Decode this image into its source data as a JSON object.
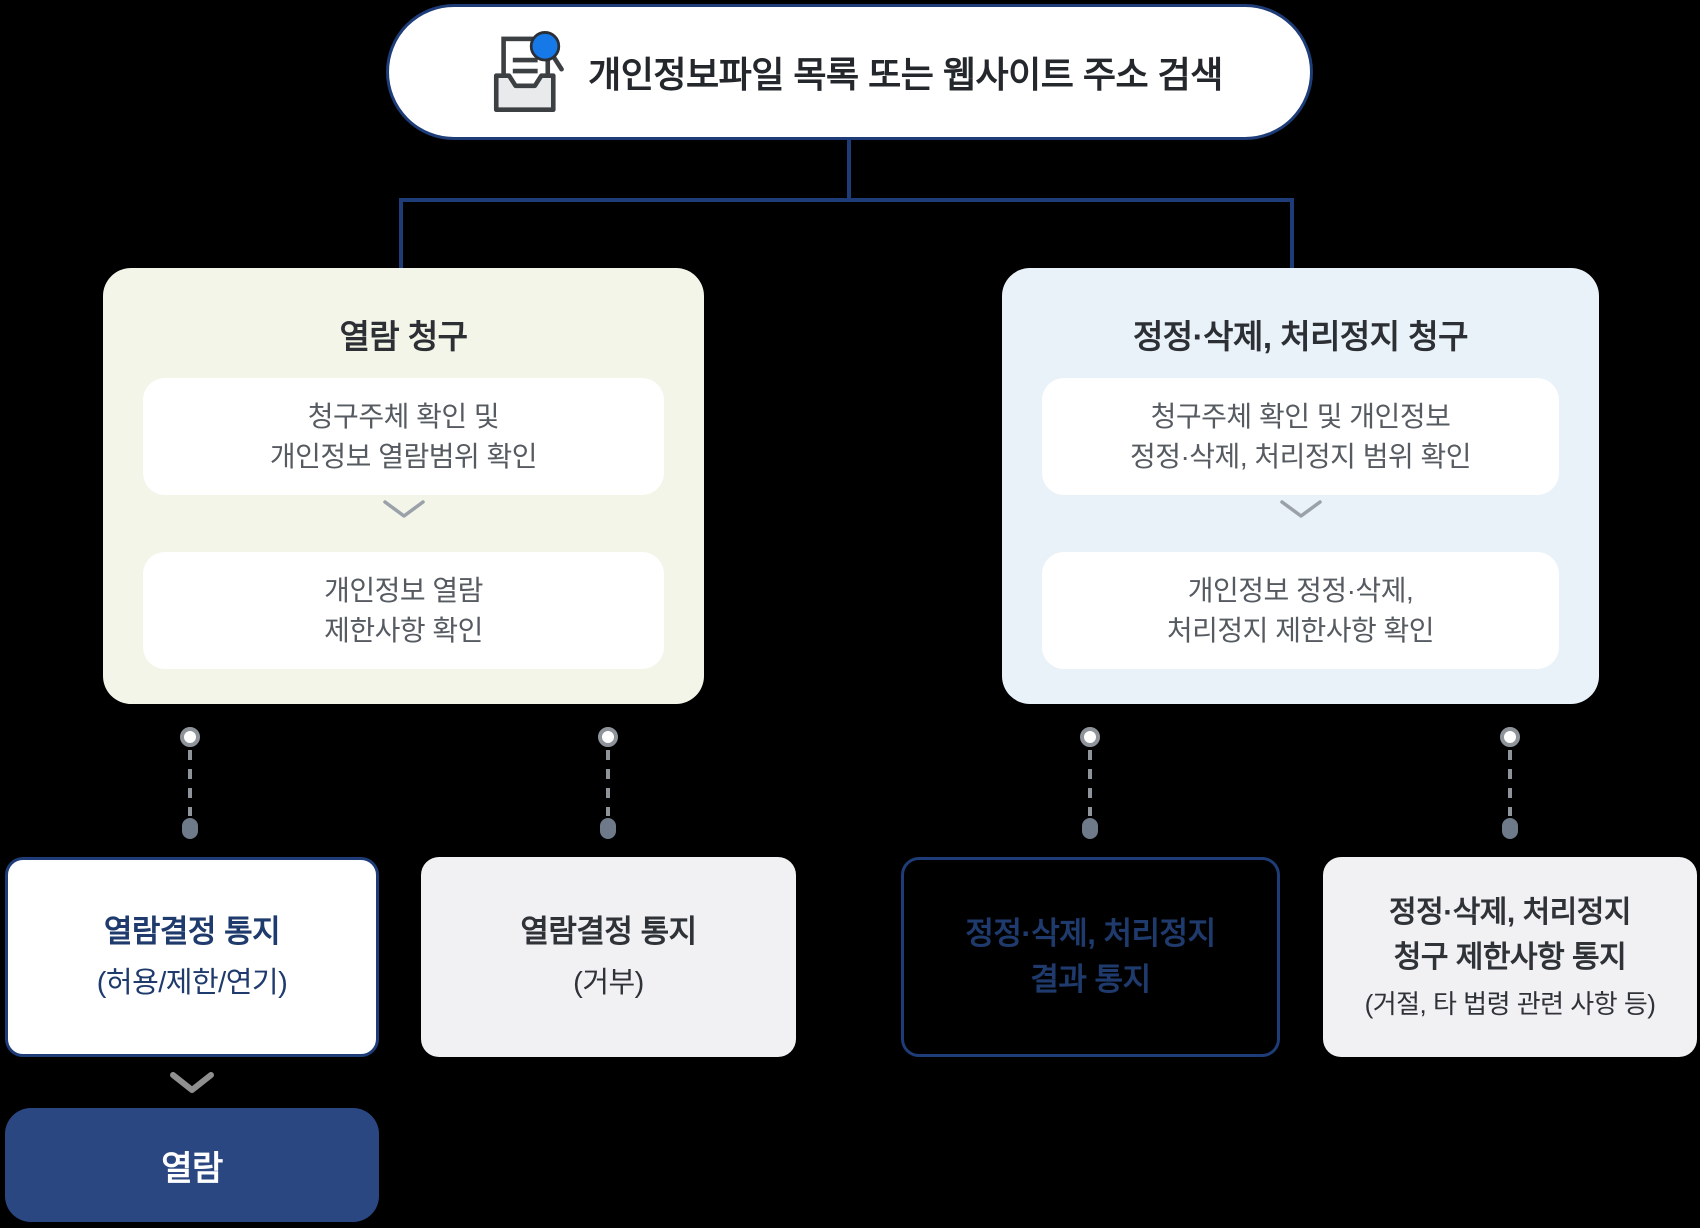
{
  "root": {
    "label": "개인정보파일 목록 또는 웹사이트 주소 검색",
    "icon": "document-search-inbox-icon"
  },
  "branches": {
    "left": {
      "title": "열람 청구",
      "steps": [
        {
          "lines": [
            "청구주체 확인 및",
            "개인정보 열람범위 확인"
          ]
        },
        {
          "lines": [
            "개인정보 열람",
            "제한사항 확인"
          ]
        }
      ]
    },
    "right": {
      "title": "정정·삭제, 처리정지 청구",
      "steps": [
        {
          "lines": [
            "청구주체 확인 및 개인정보",
            "정정·삭제, 처리정지 범위 확인"
          ]
        },
        {
          "lines": [
            "개인정보 정정·삭제,",
            "처리정지 제한사항 확인"
          ]
        }
      ]
    }
  },
  "outcomes": [
    {
      "variant": "outlined-white",
      "title_lines": [
        "열람결정 통지"
      ],
      "note": "(허용/제한/연기)"
    },
    {
      "variant": "gray",
      "title_lines": [
        "열람결정 통지"
      ],
      "note": "(거부)"
    },
    {
      "variant": "outlined-transparent",
      "title_lines": [
        "정정·삭제, 처리정지",
        "결과 통지"
      ],
      "note": ""
    },
    {
      "variant": "gray",
      "title_lines": [
        "정정·삭제, 처리정지",
        "청구 제한사항 통지"
      ],
      "note": "(거절, 타 법령 관련 사항 등)"
    }
  ],
  "final": {
    "label": "열람"
  },
  "colors": {
    "accent": "#1e3c78",
    "navy-text": "#1f3a6c",
    "branch-left-bg": "#f3f5e9",
    "branch-right-bg": "#e9f1f9",
    "gray-box": "#f1f1f3",
    "final-bg": "#2a4781",
    "connector": "#8f949b",
    "icon-blue": "#1778e8",
    "background": "#000000"
  }
}
